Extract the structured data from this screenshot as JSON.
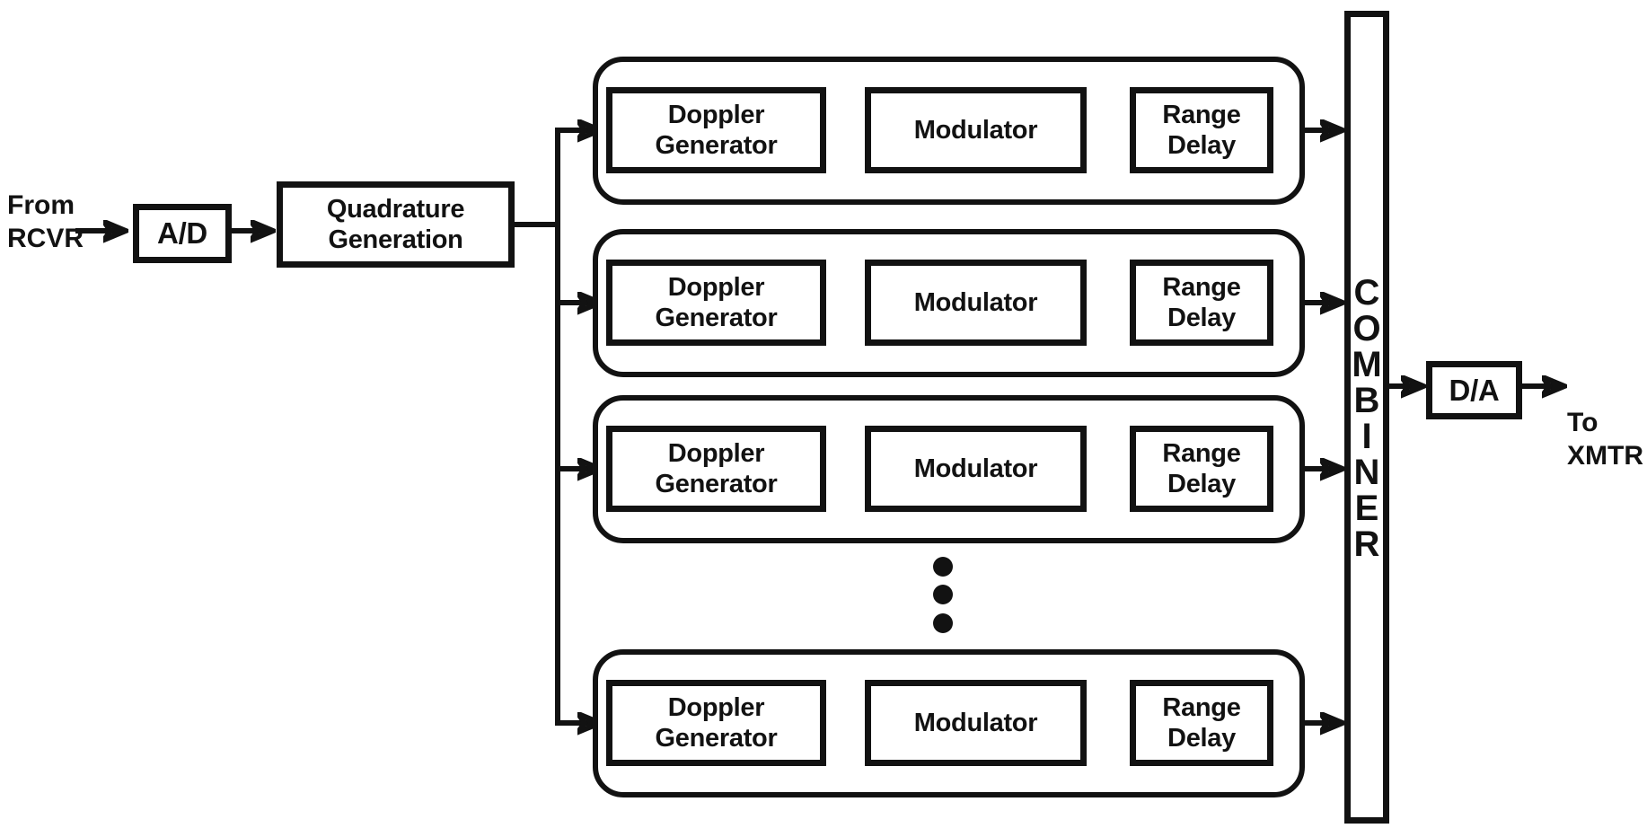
{
  "diagram": {
    "colors": {
      "ink": "#121212",
      "background": "#ffffff"
    },
    "source": {
      "line1": "From",
      "line2": "RCVR"
    },
    "adc": {
      "label": "A/D"
    },
    "quadrature": {
      "line1": "Quadrature",
      "line2": "Generation"
    },
    "channels": [
      {
        "doppler_line1": "Doppler",
        "doppler_line2": "Generator",
        "modulator": "Modulator",
        "range_line1": "Range",
        "range_line2": "Delay"
      },
      {
        "doppler_line1": "Doppler",
        "doppler_line2": "Generator",
        "modulator": "Modulator",
        "range_line1": "Range",
        "range_line2": "Delay"
      },
      {
        "doppler_line1": "Doppler",
        "doppler_line2": "Generator",
        "modulator": "Modulator",
        "range_line1": "Range",
        "range_line2": "Delay"
      },
      {
        "doppler_line1": "Doppler",
        "doppler_line2": "Generator",
        "modulator": "Modulator",
        "range_line1": "Range",
        "range_line2": "Delay"
      }
    ],
    "combiner": {
      "letters": [
        "C",
        "O",
        "M",
        "B",
        "I",
        "N",
        "E",
        "R"
      ]
    },
    "dac": {
      "label": "D/A"
    },
    "sink": {
      "line1": "To",
      "line2": "XMTR"
    }
  }
}
